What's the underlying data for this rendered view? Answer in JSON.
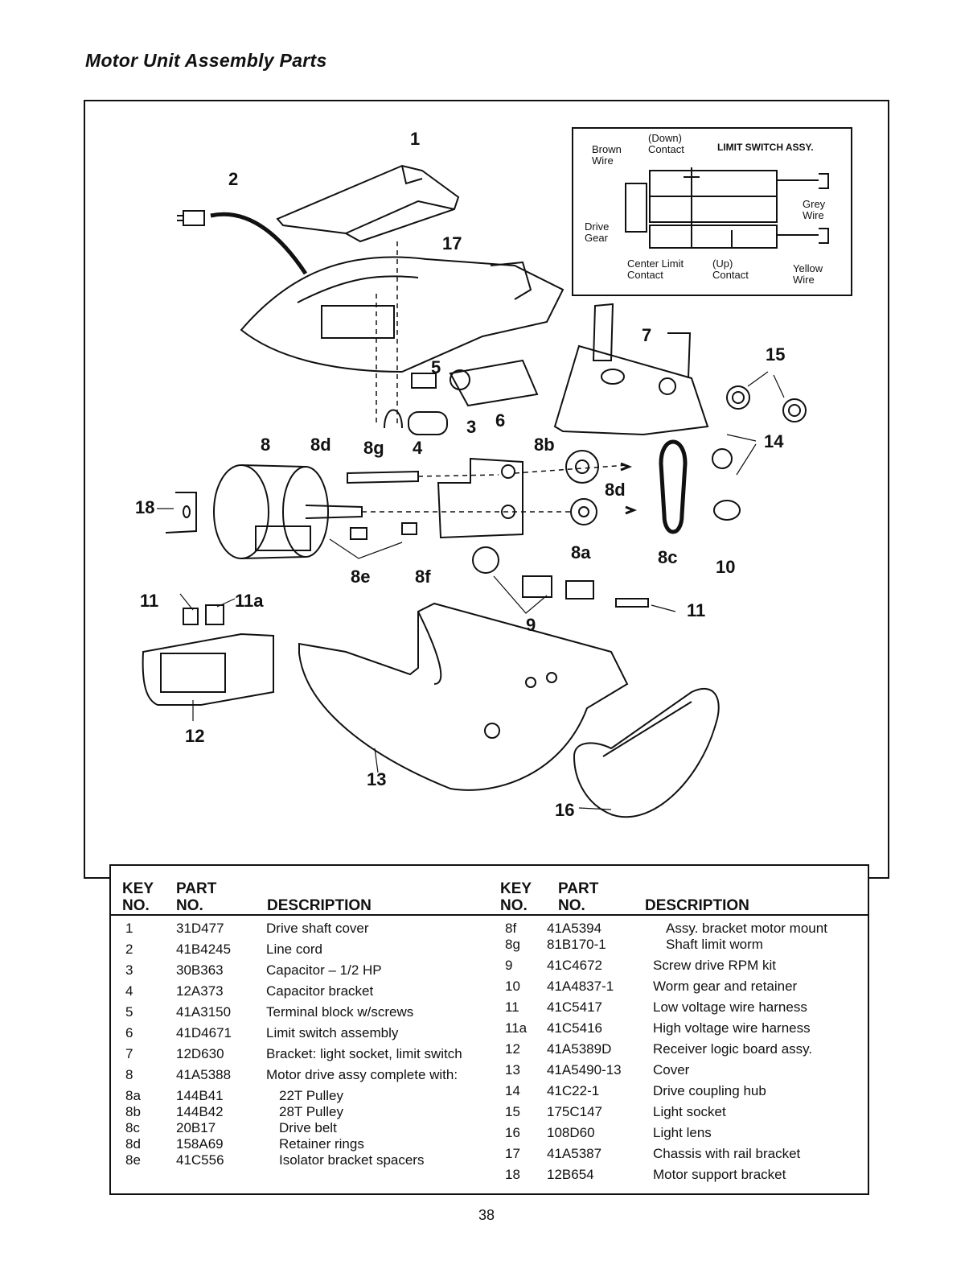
{
  "title": "Motor Unit Assembly Parts",
  "limit_switch": {
    "heading": "LIMIT SWITCH ASSY.",
    "down_contact": "(Down)\nContact",
    "brown_wire": "Brown\nWire",
    "grey_wire": "Grey\nWire",
    "drive_gear": "Drive\nGear",
    "center_limit": "Center Limit\nContact",
    "up_contact": "(Up)\nContact",
    "yellow_wire": "Yellow\nWire"
  },
  "callouts": [
    "1",
    "2",
    "17",
    "7",
    "15",
    "5",
    "3",
    "6",
    "4",
    "8",
    "8d",
    "8g",
    "8b",
    "14",
    "8d",
    "18",
    "8a",
    "8c",
    "10",
    "8e",
    "8f",
    "11",
    "11a",
    "9",
    "11",
    "12",
    "13",
    "16"
  ],
  "table": {
    "headers": {
      "key_no_1": "KEY",
      "key_no_2": "NO.",
      "part_no_1": "PART",
      "part_no_2": "NO.",
      "description": "DESCRIPTION"
    },
    "left": [
      {
        "key": "1",
        "part": "31D477",
        "desc": "Drive shaft cover"
      },
      {
        "key": "2",
        "part": "41B4245",
        "desc": "Line cord"
      },
      {
        "key": "3",
        "part": "30B363",
        "desc": "Capacitor – 1/2 HP"
      },
      {
        "key": "4",
        "part": "12A373",
        "desc": "Capacitor bracket"
      },
      {
        "key": "5",
        "part": "41A3150",
        "desc": "Terminal block w/screws"
      },
      {
        "key": "6",
        "part": "41D4671",
        "desc": "Limit switch assembly"
      },
      {
        "key": "7",
        "part": "12D630",
        "desc": "Bracket: light socket, limit switch"
      },
      {
        "key": "8",
        "part": "41A5388",
        "desc": "Motor drive assy complete with:"
      },
      {
        "key": "8a",
        "part": "144B41",
        "desc": "22T Pulley"
      },
      {
        "key": "8b",
        "part": "144B42",
        "desc": "28T Pulley"
      },
      {
        "key": "8c",
        "part": "20B17",
        "desc": "Drive belt"
      },
      {
        "key": "8d",
        "part": "158A69",
        "desc": "Retainer rings"
      },
      {
        "key": "8e",
        "part": "41C556",
        "desc": "Isolator bracket spacers"
      }
    ],
    "right": [
      {
        "key": "8f",
        "part": "41A5394",
        "desc": "Assy. bracket motor mount"
      },
      {
        "key": "8g",
        "part": "81B170-1",
        "desc": "Shaft limit worm"
      },
      {
        "key": "9",
        "part": "41C4672",
        "desc": "Screw drive RPM kit"
      },
      {
        "key": "10",
        "part": "41A4837-1",
        "desc": "Worm gear and retainer"
      },
      {
        "key": "11",
        "part": "41C5417",
        "desc": "Low voltage wire harness"
      },
      {
        "key": "11a",
        "part": "41C5416",
        "desc": "High voltage wire harness"
      },
      {
        "key": "12",
        "part": "41A5389D",
        "desc": "Receiver logic board assy."
      },
      {
        "key": "13",
        "part": "41A5490-13",
        "desc": "Cover"
      },
      {
        "key": "14",
        "part": "41C22-1",
        "desc": "Drive coupling hub"
      },
      {
        "key": "15",
        "part": "175C147",
        "desc": "Light socket"
      },
      {
        "key": "16",
        "part": "108D60",
        "desc": "Light lens"
      },
      {
        "key": "17",
        "part": "41A5387",
        "desc": "Chassis with rail bracket"
      },
      {
        "key": "18",
        "part": "12B654",
        "desc": "Motor support bracket"
      }
    ]
  },
  "page_number": "38"
}
